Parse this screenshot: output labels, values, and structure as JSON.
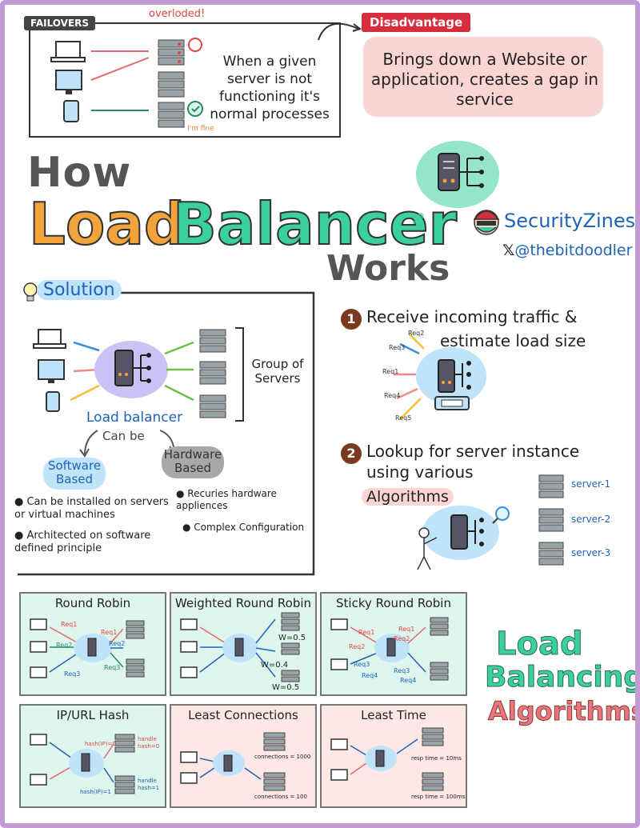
{
  "failovers": {
    "tag": "FAILOVERS",
    "overloaded": "overloded!",
    "description": "When a given server is not functioning it's normal processes",
    "im_fine": "I'm fine"
  },
  "disadvantage": {
    "tag": "Disadvantage",
    "text": "Brings down a Website or application, creates a gap in service"
  },
  "title": {
    "how": "How",
    "load": "Load",
    "balancer": "Balancer",
    "works": "Works"
  },
  "brand": {
    "name": "SecurityZines",
    "handle": "@thebitdoodler"
  },
  "solution": {
    "tag": "Solution",
    "group": "Group of Servers",
    "lb_label": "Load balancer",
    "can_be": "Can be",
    "software": "Software Based",
    "hardware": "Hardware Based",
    "sw_bullet1": "Can be installed on servers or virtual machines",
    "sw_bullet2": "Architected on software defined principle",
    "hw_bullet1": "Recuries hardware appliences",
    "hw_bullet2": "Complex Configuration"
  },
  "step1": {
    "number": "1",
    "text1": "Receive incoming traffic &",
    "text2": "estimate load size",
    "reqs": [
      "Req2",
      "Req3",
      "Req1",
      "Req4",
      "Req5"
    ]
  },
  "step2": {
    "number": "2",
    "text1": "Lookup for server instance",
    "text2": "using various",
    "algorithms": "Algorithms",
    "servers": [
      "server-1",
      "server-2",
      "server-3"
    ]
  },
  "algorithms": {
    "heading1": "Load",
    "heading2": "Balancing",
    "heading3": "Algorithms",
    "boxes": [
      {
        "title": "Round Robin",
        "labels": [
          "Req1",
          "Req2",
          "Req3",
          "Req1",
          "Req2",
          "Req3"
        ]
      },
      {
        "title": "Weighted Round Robin",
        "labels": [
          "W=0.5",
          "W=0.4",
          "W=0.5"
        ]
      },
      {
        "title": "Sticky Round Robin",
        "labels": [
          "Req1",
          "Req2",
          "Req3",
          "Req4",
          "Req1",
          "Req2",
          "Req3",
          "Req4"
        ]
      },
      {
        "title": "IP/URL Hash",
        "labels": [
          "hash(IP)=0",
          "hash(IP)=1",
          "handle hash=0",
          "handle hash=1"
        ]
      },
      {
        "title": "Least Connections",
        "labels": [
          "connections = 1000",
          "connections = 100"
        ]
      },
      {
        "title": "Least Time",
        "labels": [
          "resp time = 10ms",
          "resp time = 100ms"
        ]
      }
    ]
  }
}
